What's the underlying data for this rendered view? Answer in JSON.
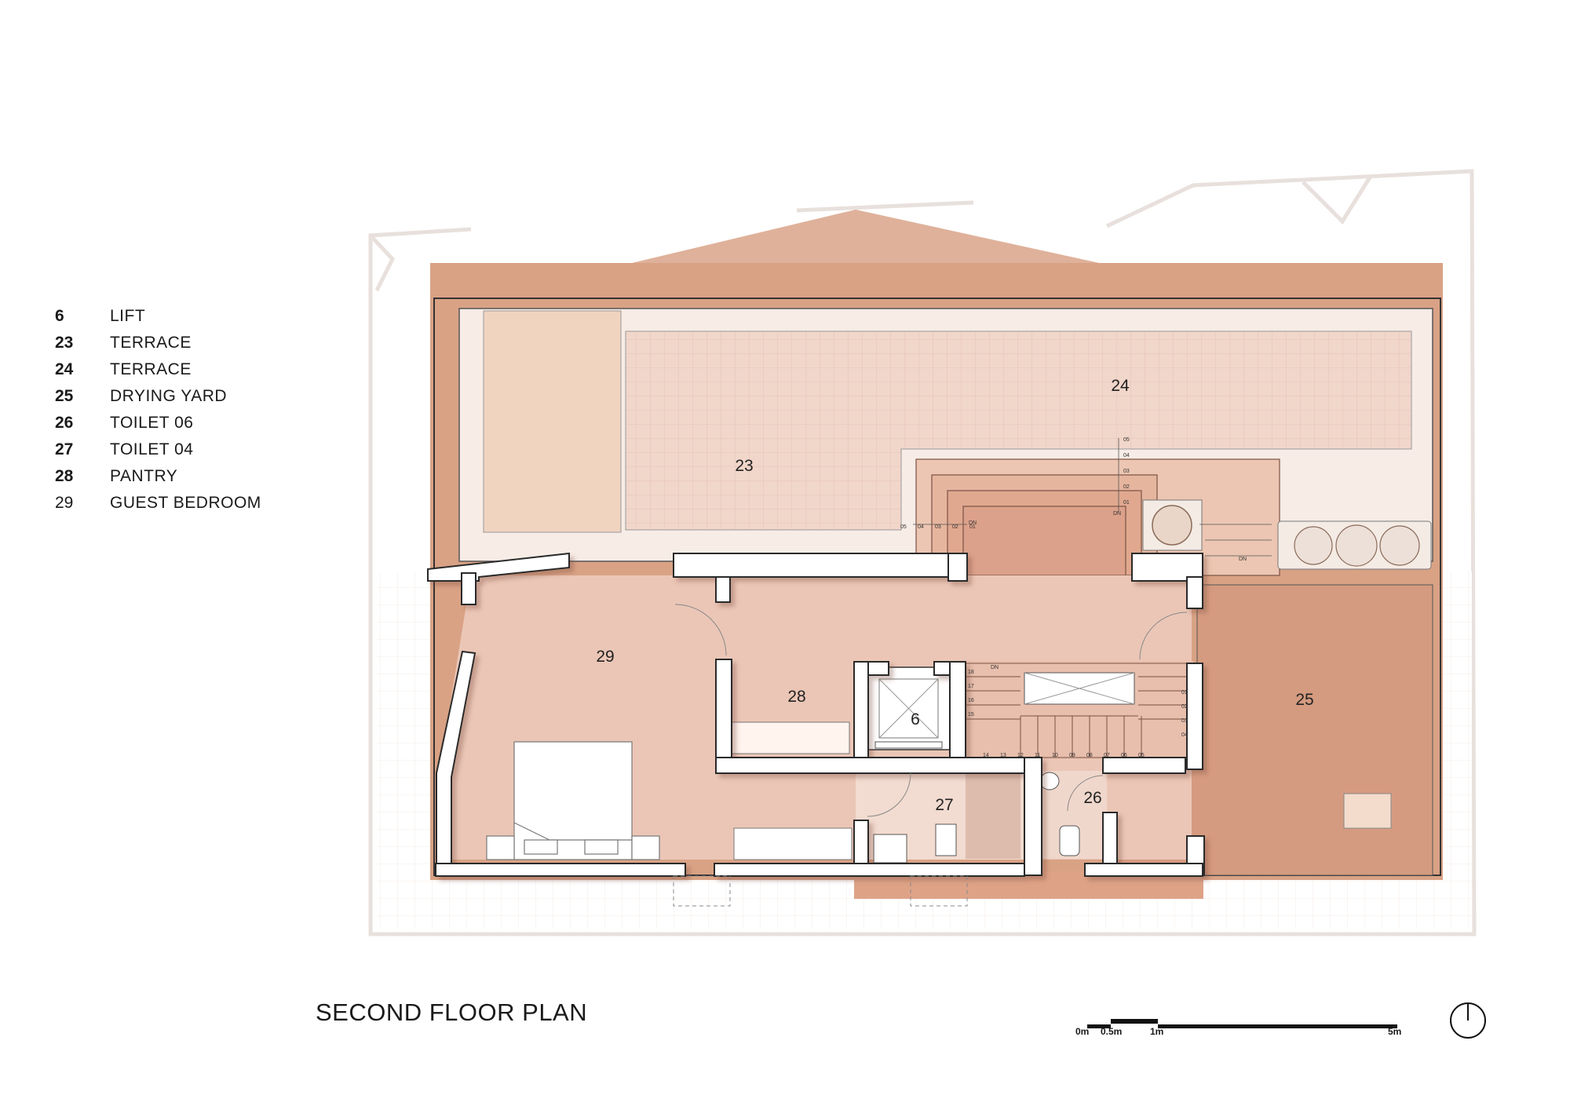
{
  "title": "SECOND FLOOR PLAN",
  "legend": [
    {
      "num": "6",
      "name": "LIFT"
    },
    {
      "num": "23",
      "name": "TERRACE"
    },
    {
      "num": "24",
      "name": "TERRACE"
    },
    {
      "num": "25",
      "name": "DRYING YARD"
    },
    {
      "num": "26",
      "name": "TOILET 06"
    },
    {
      "num": "27",
      "name": "TOILET 04"
    },
    {
      "num": "28",
      "name": "PANTRY"
    },
    {
      "num": "29",
      "name": "GUEST BEDROOM"
    }
  ],
  "rooms": {
    "r6": "6",
    "r23": "23",
    "r24": "24",
    "r25": "25",
    "r26": "26",
    "r27": "27",
    "r28": "28",
    "r29": "29"
  },
  "stairs": {
    "dn": "DN",
    "upper_flight": [
      "05",
      "04",
      "03",
      "02",
      "01"
    ],
    "main_steps": [
      "18",
      "17",
      "16",
      "15",
      "14",
      "13",
      "12",
      "11",
      "10",
      "09",
      "08",
      "07",
      "06",
      "05",
      "04",
      "03",
      "02",
      "01"
    ]
  },
  "scale_bar": {
    "labels": [
      "0m",
      "0.5m",
      "1m",
      "5m"
    ]
  },
  "colors": {
    "terracotta_dark": "#d49a7e",
    "terracotta": "#e2b199",
    "room_pink": "#ebc6b6",
    "tile_pink": "#f0d3c6",
    "pale": "#f7ece5",
    "wall": "#ffffff",
    "wall_stroke": "#2a2a2a"
  }
}
